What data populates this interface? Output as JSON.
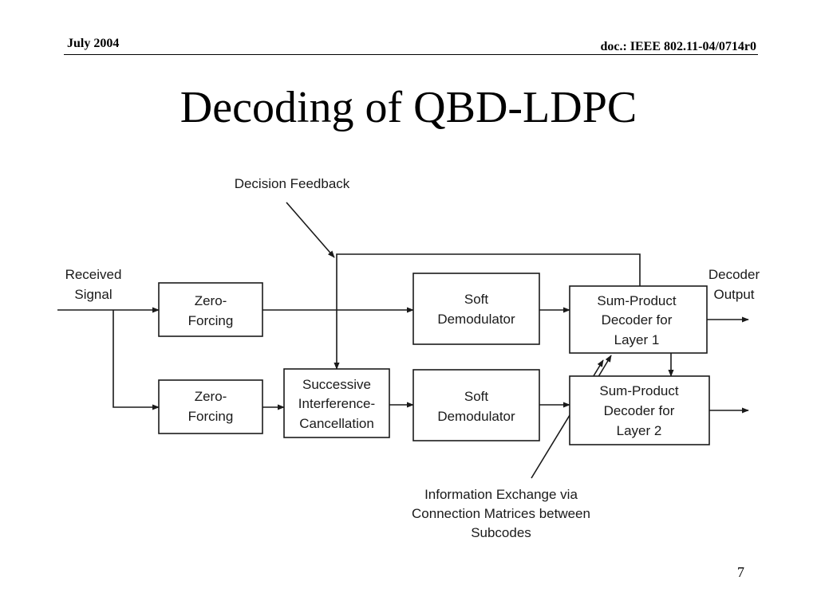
{
  "header": {
    "date": "July 2004",
    "doc_id": "doc.: IEEE 802.11-04/0714r0"
  },
  "slide": {
    "title": "Decoding of QBD-LDPC",
    "page_number": "7"
  },
  "diagram": {
    "input_label": [
      "Received",
      "Signal"
    ],
    "output_label": [
      "Decoder",
      "Output"
    ],
    "blocks": {
      "zf1": [
        "Zero-",
        "Forcing"
      ],
      "zf2": [
        "Zero-",
        "Forcing"
      ],
      "sic": [
        "Successive",
        "Interference-",
        "Cancellation"
      ],
      "soft1": [
        "Soft",
        "Demodulator"
      ],
      "soft2": [
        "Soft",
        "Demodulator"
      ],
      "spd1": [
        "Sum-Product",
        "Decoder for",
        "Layer 1"
      ],
      "spd2": [
        "Sum-Product",
        "Decoder for",
        "Layer 2"
      ]
    },
    "annotations": {
      "decision_feedback": "Decision Feedback",
      "info_exchange": [
        "Information Exchange via",
        "Connection Matrices between",
        "Subcodes"
      ]
    },
    "colors": {
      "line": "#1a1a1a",
      "background": "#ffffff"
    }
  }
}
